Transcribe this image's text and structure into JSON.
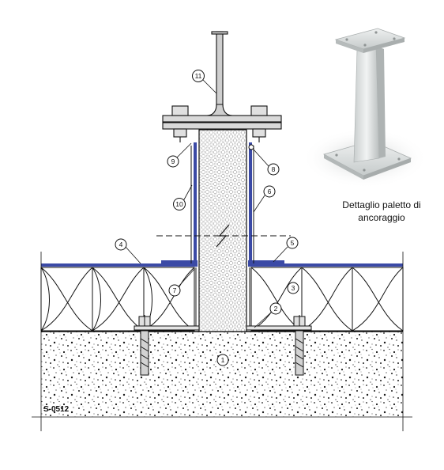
{
  "caption": {
    "line1": "Dettaglio paletto di",
    "line2": "ancoraggio"
  },
  "drawing_code": "S-0512",
  "callouts": [
    "1",
    "2",
    "3",
    "4",
    "5",
    "6",
    "7",
    "8",
    "9",
    "10",
    "11"
  ],
  "colors": {
    "membrane": "#3b4aa6",
    "concrete_dots": "#1a1a1a",
    "insulation_fill": "#ffffff",
    "steel": "#d9d9d9",
    "post_render": "#dfe3e3"
  }
}
